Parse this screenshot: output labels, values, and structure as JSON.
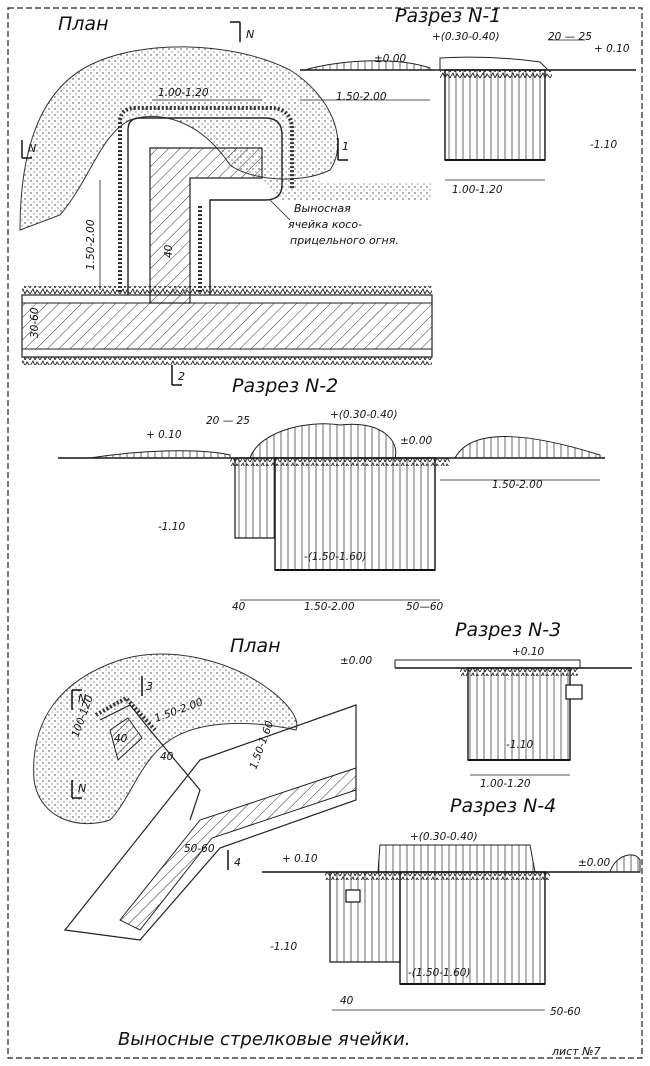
{
  "sheet": {
    "footer_title": "Выносные стрелковые ячейки.",
    "sheet_no": "лист №7"
  },
  "plan1": {
    "title": "План",
    "north1": "N",
    "north2": "N",
    "cut1": "1",
    "cut2": "2",
    "dims": [
      "1.00-1.20",
      "1.50-2.00",
      "40",
      "30-60"
    ],
    "note": [
      "Выносная",
      "ячейка косо-",
      "прицельного огня."
    ]
  },
  "section1": {
    "title": "Разрез N-1",
    "dims": [
      "+(0.30-0.40)",
      "20 — 25",
      "±0.00",
      "+ 0.10",
      "1.50-2.00",
      "-1.10",
      "1.00-1.20"
    ]
  },
  "section2": {
    "title": "Разрез N-2",
    "dims": [
      "+(0.30-0.40)",
      "20 — 25",
      "+ 0.10",
      "±0.00",
      "1.50-2.00",
      "-1.10",
      "-(1.50-1.60)",
      "40",
      "1.50-2.00",
      "50—60"
    ]
  },
  "plan2": {
    "title": "План",
    "cut3": "3",
    "cut4": "4",
    "north1": "N",
    "north2": "N",
    "dims": [
      "100-120",
      "40",
      "1.50-2.00",
      "40",
      "1.50-1.60",
      "50-60"
    ]
  },
  "section3": {
    "title": "Разрез N-3",
    "dims": [
      "±0.00",
      "+0.10",
      "-1.10",
      "1.00-1.20"
    ]
  },
  "section4": {
    "title": "Разрез N-4",
    "dims": [
      "+(0.30-0.40)",
      "+ 0.10",
      "±0.00",
      "-1.10",
      "-(1.50-1.60)",
      "40",
      "50-60"
    ]
  }
}
